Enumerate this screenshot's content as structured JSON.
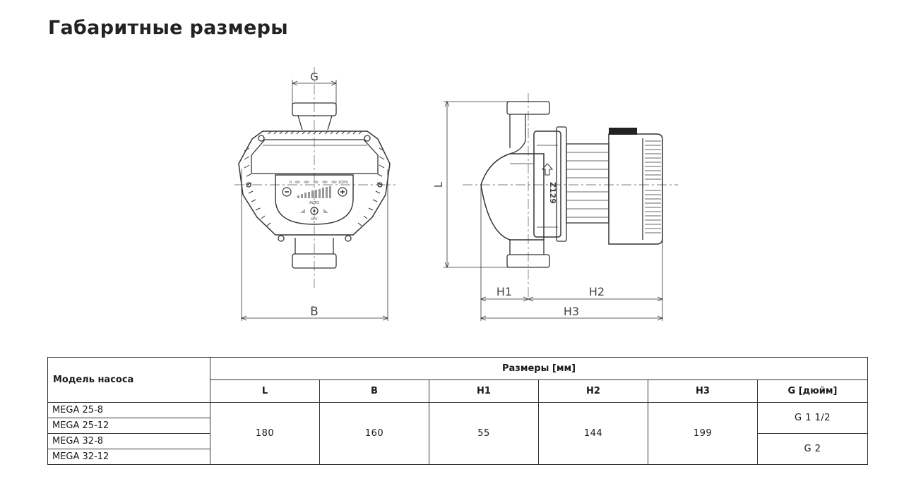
{
  "title": "Габаритные размеры",
  "drawing": {
    "front_view": {
      "dim_top": "G",
      "dim_bottom": "B",
      "panel_min": "0",
      "panel_max": "100%",
      "panel_auto": "AUTO",
      "panel_dry": "DRY",
      "panel_minus": "−",
      "panel_plus": "+"
    },
    "side_view": {
      "dim_height": "L",
      "dim_h1": "H1",
      "dim_h2": "H2",
      "dim_h3": "H3",
      "housing_mark": "Z129"
    }
  },
  "table": {
    "model_header": "Модель насоса",
    "group_header": "Размеры [мм]",
    "columns": [
      "L",
      "B",
      "H1",
      "H2",
      "H3",
      "G [дюйм]"
    ],
    "models": [
      "MEGA 25-8",
      "MEGA 25-12",
      "MEGA 32-8",
      "MEGA 32-12"
    ],
    "values": {
      "L": "180",
      "B": "160",
      "H1": "55",
      "H2": "144",
      "H3": "199",
      "G": [
        "G 1 1/2",
        "G 2"
      ]
    }
  }
}
